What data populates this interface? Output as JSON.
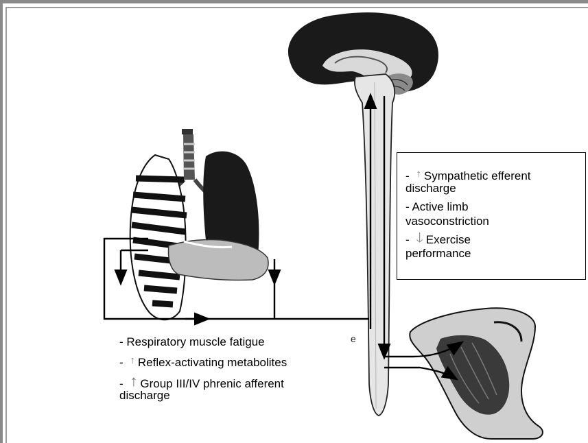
{
  "efferent_effects": {
    "sympathetic": {
      "prefix": "- ",
      "arrow": "↑",
      "text": "Sympathetic efferent",
      "text2": "discharge"
    },
    "vaso": {
      "line1": "- Active limb",
      "line2": "vasoconstriction"
    },
    "exercise": {
      "prefix": "- ",
      "arrow": "🡓",
      "text": "Exercise",
      "text2": "performance"
    }
  },
  "afferent_effects": {
    "fatigue": "- Respiratory muscle fatigue",
    "metabolites": {
      "prefix": "- ",
      "arrow": "↑",
      "text": "Reflex-activating metabolites"
    },
    "group": {
      "prefix": "- ",
      "arrow": "↑",
      "text": "Group III/IV phrenic afferent",
      "text2": "discharge"
    }
  },
  "spinal_label": "e",
  "icons": [
    "up-arrow-icon",
    "down-arrow-icon"
  ],
  "colors": {
    "ink": "#000000",
    "dark_tissue": "#1a1a1a",
    "mid_tissue": "#9a9a9a",
    "arrow_grey": "#7a7a7a",
    "frame": "#8a8a8a"
  }
}
